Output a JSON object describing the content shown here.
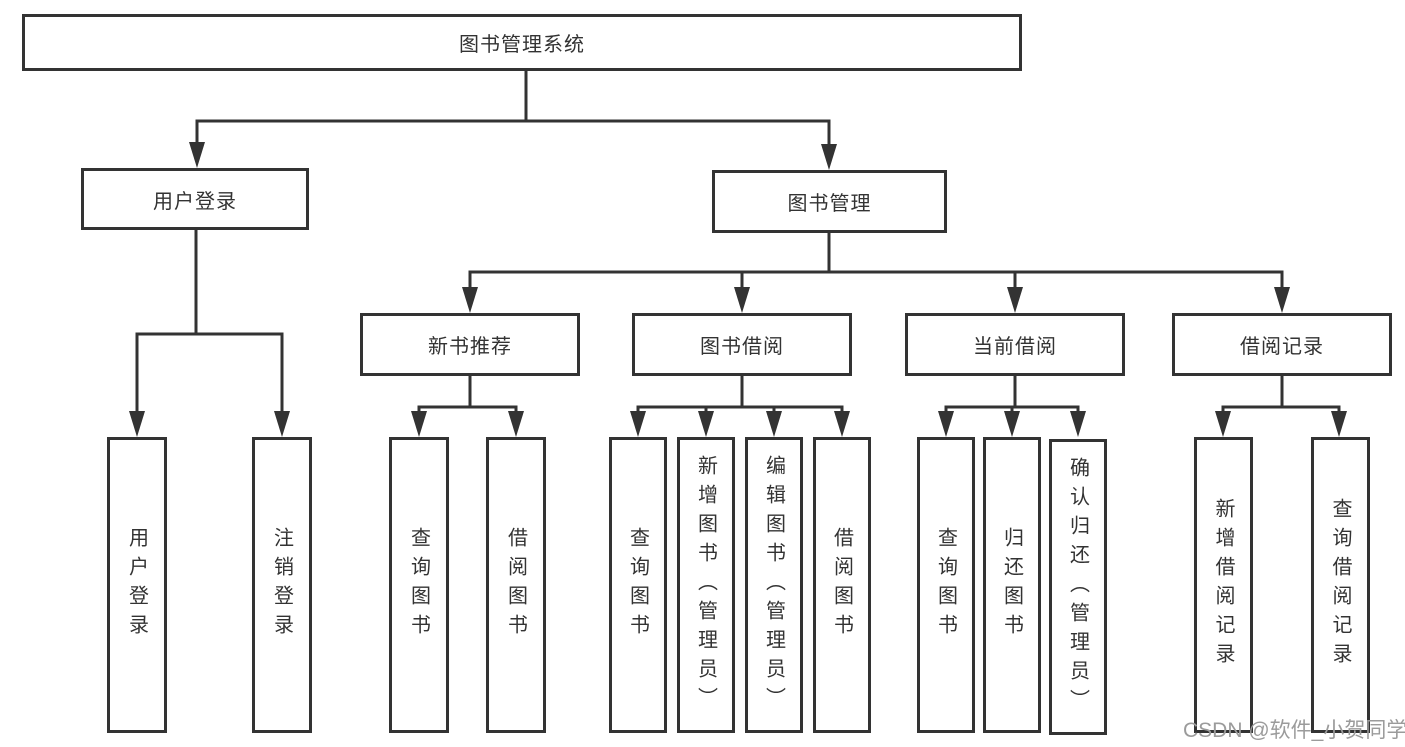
{
  "tree": {
    "label": "图书管理系统",
    "children": [
      {
        "label": "用户登录",
        "children": [
          {
            "label": "用户登录"
          },
          {
            "label": "注销登录"
          }
        ]
      },
      {
        "label": "图书管理",
        "children": [
          {
            "label": "新书推荐",
            "children": [
              {
                "label": "查询图书"
              },
              {
                "label": "借阅图书"
              }
            ]
          },
          {
            "label": "图书借阅",
            "children": [
              {
                "label": "查询图书"
              },
              {
                "label": "新增图书（管理员）"
              },
              {
                "label": "编辑图书（管理员）"
              },
              {
                "label": "借阅图书"
              }
            ]
          },
          {
            "label": "当前借阅",
            "children": [
              {
                "label": "查询图书"
              },
              {
                "label": "归还图书"
              },
              {
                "label": "确认归还（管理员）"
              }
            ]
          },
          {
            "label": "借阅记录",
            "children": [
              {
                "label": "新增借阅记录"
              },
              {
                "label": "查询借阅记录"
              }
            ]
          }
        ]
      }
    ]
  },
  "watermark": {
    "text": "CSDN @软件_小贺同学",
    "color": "#9b9b9b"
  },
  "colors": {
    "line": "#333333",
    "box_border": "#333333",
    "box_fill": "#ffffff",
    "text": "#333333",
    "background": "#ffffff"
  }
}
